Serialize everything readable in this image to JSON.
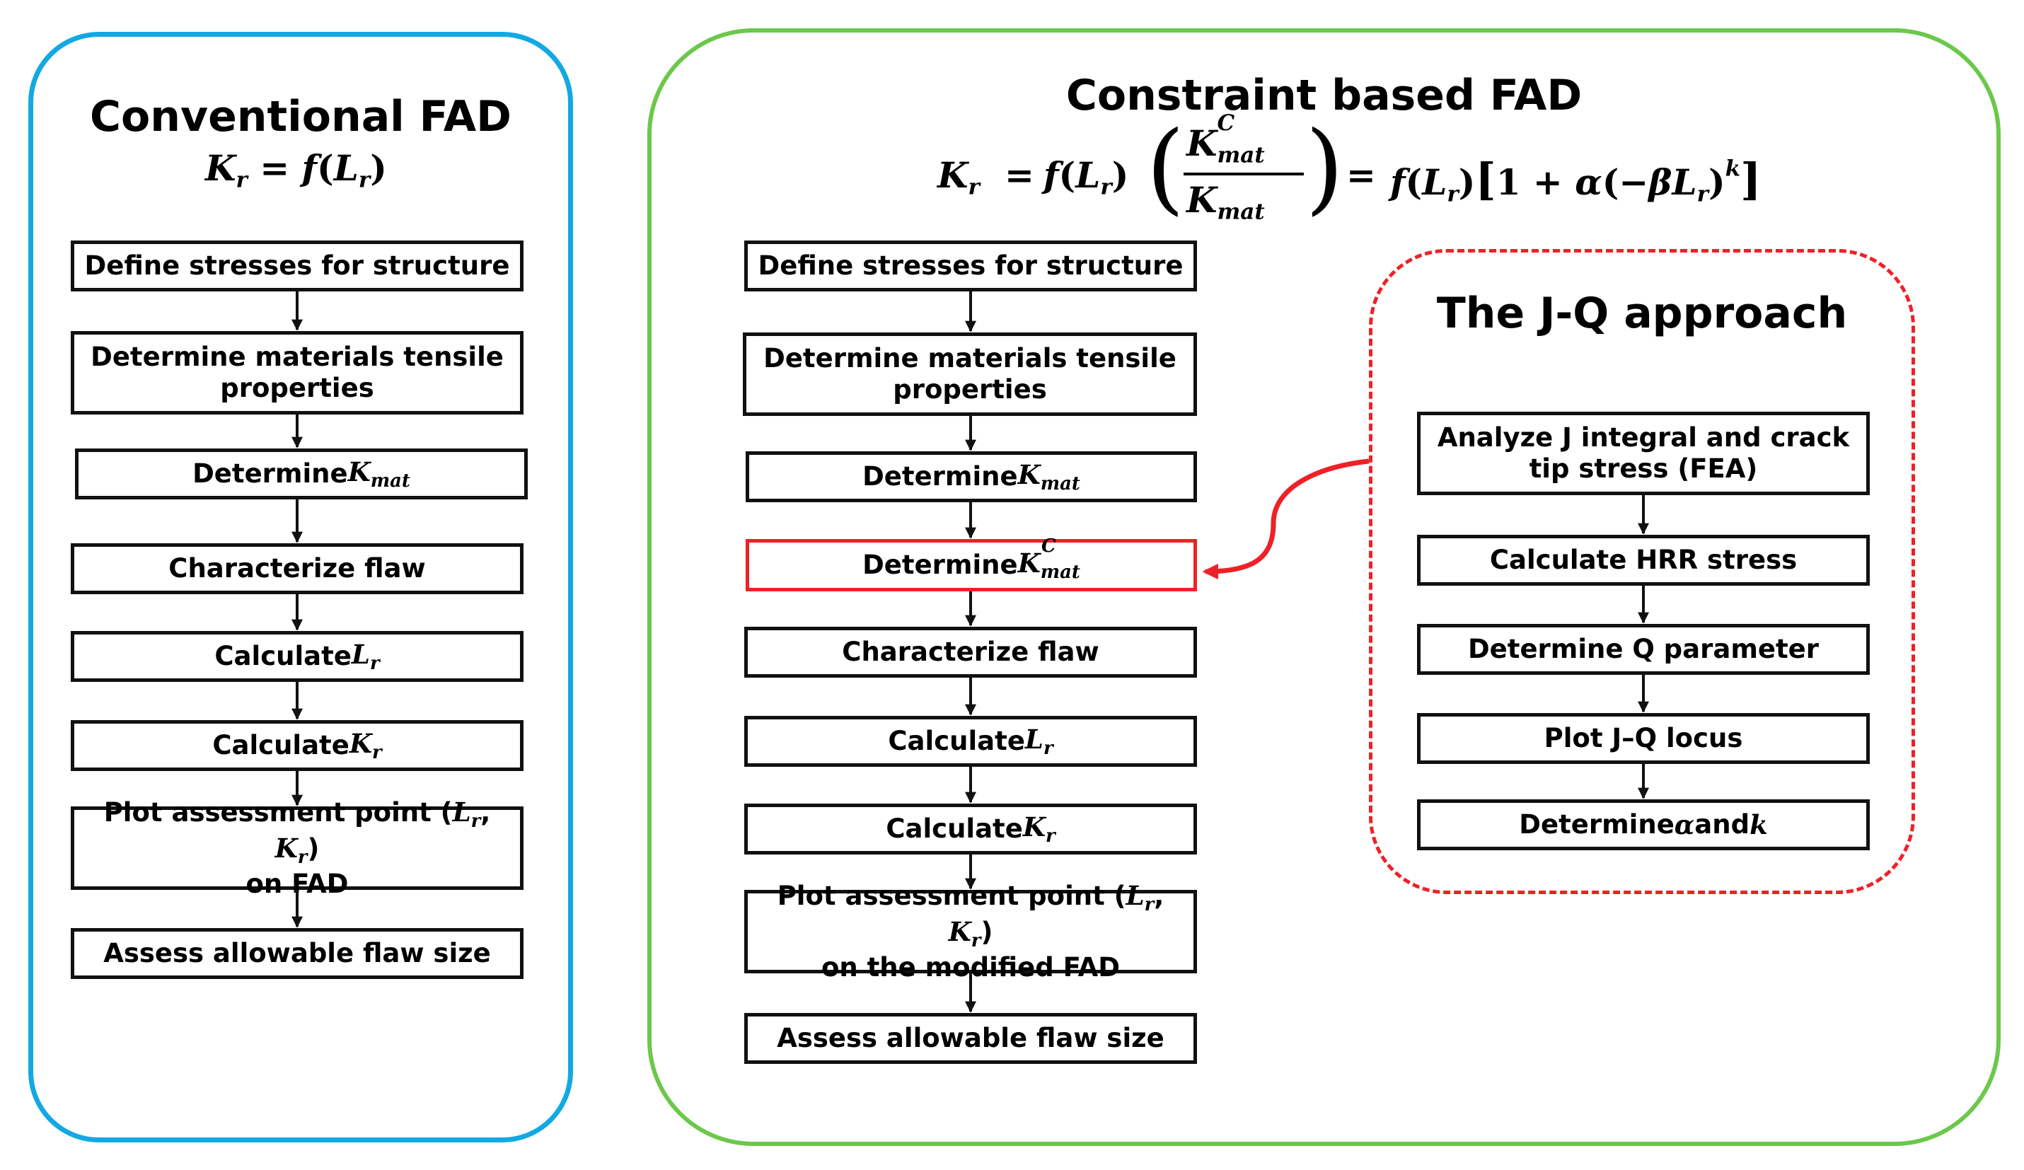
{
  "conventional": {
    "title": "Conventional FAD",
    "equation": {
      "lhs": "K",
      "lhs_sub": "r",
      "eq": " = ",
      "f": "f",
      "arg": "L",
      "arg_sub": "r"
    },
    "steps": [
      "Define stresses for  structure",
      "Determine materials tensile properties",
      "Determine ",
      "Characterize flaw",
      "Calculate ",
      "Calculate ",
      "Plot assessment point (",
      "Assess allowable flaw size"
    ],
    "step_math": {
      "kmat_sym": "K",
      "kmat_sub": "mat",
      "lr_sym": "L",
      "lr_sub": "r",
      "kr_sym": "K",
      "kr_sub": "r",
      "plot_comma": ", ",
      "plot_close": ")",
      "plot_suffix": "on FAD"
    }
  },
  "constraint": {
    "title": "Constraint based FAD",
    "equation": {
      "lhs": "K",
      "lhs_sub": "r",
      "eq1": "=",
      "f_part": "f",
      "f_arg": "L",
      "f_arg_sub": "r",
      "frac_num": "K",
      "frac_num_sup": "C",
      "frac_num_sub": "mat",
      "frac_den": "K",
      "frac_den_sub": "mat",
      "eq2": "=",
      "bracket_expr_1": "1 + ",
      "alpha": "α",
      "minus": "(−",
      "beta": "β",
      "L": "L",
      "L_sub": "r",
      "close": ")",
      "exp": "k"
    },
    "steps": [
      "Define stresses for  structure",
      "Determine materials tensile properties",
      "Determine ",
      "Determine ",
      "Characterize flaw",
      "Calculate ",
      "Calculate ",
      "Plot assessment point (",
      "Assess allowable flaw size"
    ],
    "step_math": {
      "kmat_sym": "K",
      "kmat_sub": "mat",
      "kmatc_sup": "C",
      "lr_sym": "L",
      "lr_sub": "r",
      "kr_sym": "K",
      "kr_sub": "r",
      "plot_comma": ", ",
      "plot_close": ")",
      "plot_suffix": "on the modified FAD"
    }
  },
  "jq": {
    "title": "The J-Q approach",
    "steps": [
      "Analyze J integral and crack tip stress (FEA)",
      "Calculate HRR stress",
      "Determine Q parameter",
      "Plot J–Q locus",
      "Determine "
    ],
    "step_math": {
      "alpha": "α",
      "and": " and ",
      "k": "k"
    }
  },
  "colors": {
    "conventional_border": "#12a9e3",
    "constraint_border": "#6cc84b",
    "jq_border": "#ee2127",
    "highlight_box": "#ee2127",
    "feedback_arrow": "#ee2127"
  }
}
